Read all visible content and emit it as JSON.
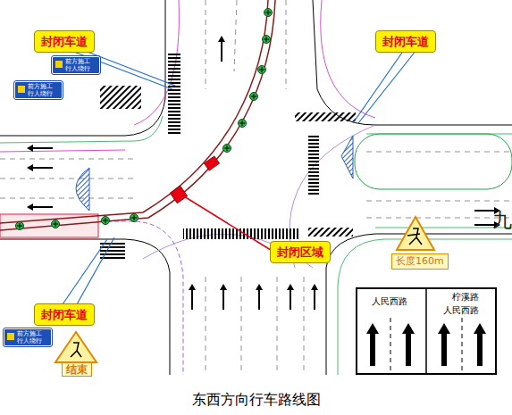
{
  "diagram": {
    "caption": "东西方向行车路线图",
    "nodes": [
      {
        "text": [
          "封闭车道"
        ]
      },
      {
        "text": [
          "封闭车道"
        ]
      },
      {
        "text": [
          "前方施工 行人绕行"
        ]
      },
      {
        "text": [
          "前方施工 行人绕行"
        ]
      },
      {
        "text": [
          "封闭区域"
        ]
      },
      {
        "text": [
          "长度160m"
        ]
      },
      {
        "text": [
          "封闭车道"
        ]
      },
      {
        "text": [
          "人民西路",
          "柠溪路",
          "人民西路"
        ]
      },
      {
        "text": [
          "前方施工 行人绕行"
        ]
      },
      {
        "text": [
          "结束"
        ]
      }
    ],
    "labels": [
      "九"
    ]
  }
}
